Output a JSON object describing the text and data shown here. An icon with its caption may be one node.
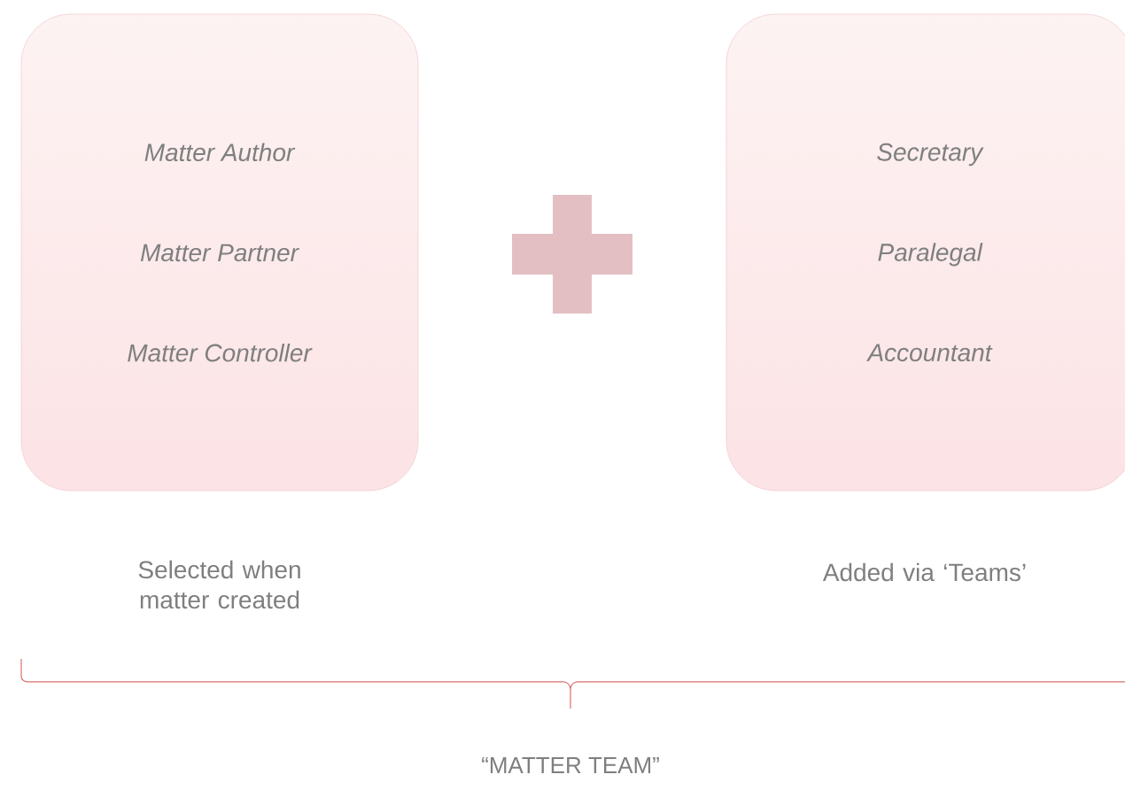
{
  "diagram": {
    "nodes": [
      {
        "text": [
          "*Matter Author*",
          "*Matter Partner*",
          "*Matter Controller*"
        ],
        "beside": [
          "Selected when matter created"
        ]
      },
      {
        "text": [
          "*Secretary*",
          "*Paralegal*",
          "*Accountant*"
        ],
        "beside": [
          "Added via ‘Teams’"
        ]
      }
    ],
    "labels": [
      "“MATTER TEAM”"
    ]
  }
}
